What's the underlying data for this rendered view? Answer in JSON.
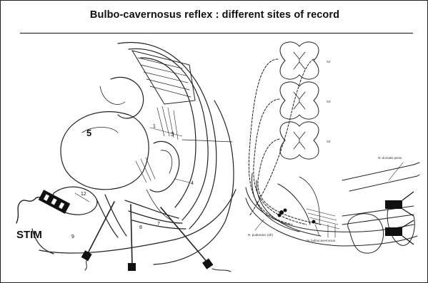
{
  "slide": {
    "title": "Bulbo-cavernosus reflex : different sites of record"
  },
  "left_figure": {
    "stim_label": "STIM",
    "numbers": [
      "1",
      "3",
      "4",
      "5",
      "7",
      "8",
      "9",
      "12"
    ]
  },
  "right_figure": {
    "segment_labels": [
      "S2",
      "S3",
      "S4"
    ],
    "annotations": [
      "N. dorsalis penis",
      "N. pudendus (afr)",
      "M. bulbocavernosus"
    ]
  }
}
